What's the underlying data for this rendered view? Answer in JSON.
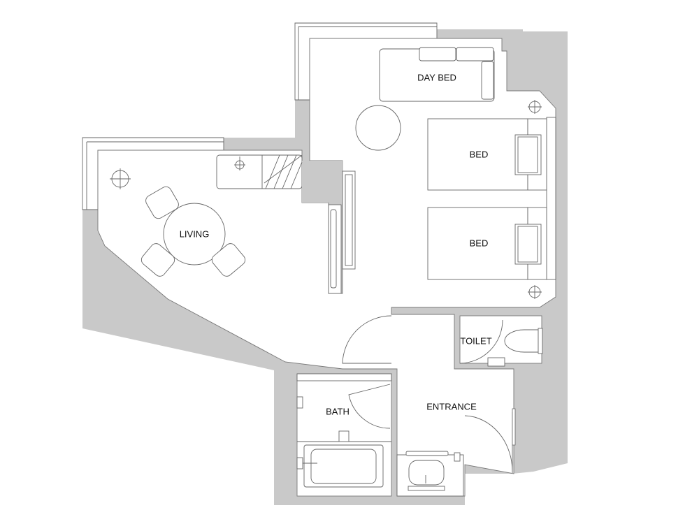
{
  "plan": {
    "rooms": {
      "day_bed": "DAY BED",
      "bed_1": "BED",
      "bed_2": "BED",
      "living": "LIVING",
      "toilet": "TOILET",
      "entrance": "ENTRANCE",
      "bath": "BATH"
    },
    "colors": {
      "wall": "#c9c9c9",
      "line": "#666666",
      "floor": "#ffffff"
    }
  }
}
